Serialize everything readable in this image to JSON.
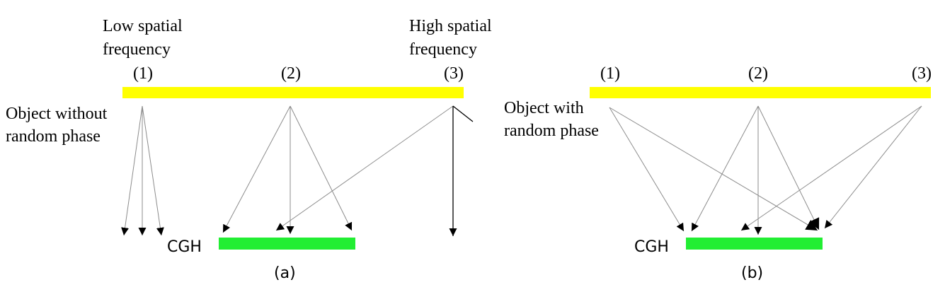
{
  "colors": {
    "object_bar": "#ffff00",
    "cgh_bar": "#22ee33",
    "ray": "#8c8c8c",
    "text": "#000000"
  },
  "panel_a": {
    "low_freq_line1": "Low spatial",
    "low_freq_line2": "frequency",
    "high_freq_line1": "High spatial",
    "high_freq_line2": "frequency",
    "point_1": "(1)",
    "point_2": "(2)",
    "point_3": "(3)",
    "object_line1": "Object without",
    "object_line2": "random phase",
    "cgh_label": "CGH",
    "caption": "(a)"
  },
  "panel_b": {
    "point_1": "(1)",
    "point_2": "(2)",
    "point_3": "(3)",
    "object_line1": "Object with",
    "object_line2": "random phase",
    "cgh_label": "CGH",
    "caption": "(b)"
  }
}
